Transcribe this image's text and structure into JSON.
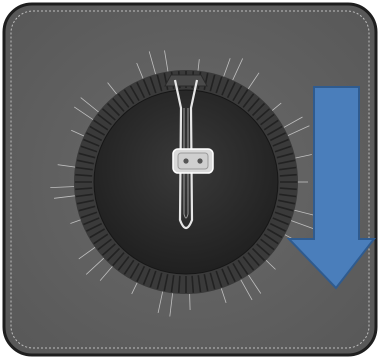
{
  "scene": {
    "panel_color": "#5f5f5f",
    "panel_border_color": "#1e1e1e",
    "stitch_color": "#bdbdbd",
    "bezel_color": "#3a3a3a",
    "ridge_color": "#222222",
    "ridge_count": 96,
    "knob_face_color": "#2a2a2a",
    "hairline_color": "#d8d8d8",
    "hairline_count": 34,
    "wire_color": "#e6e6e6",
    "clip_color": "#d9d9d9",
    "arrow": {
      "fill": "#4a7ebb",
      "stroke": "#2f5b8f",
      "direction": "down"
    }
  }
}
